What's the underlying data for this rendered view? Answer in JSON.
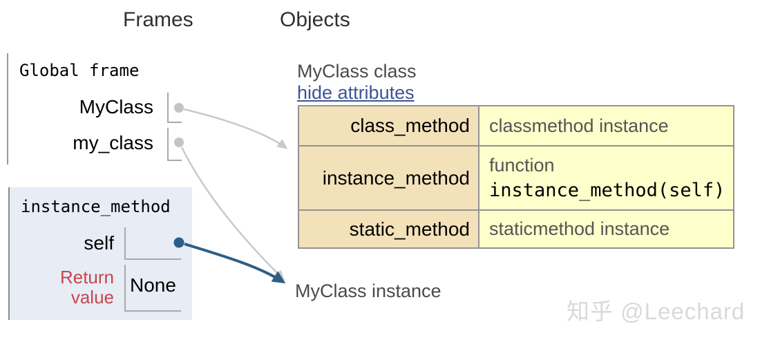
{
  "headers": {
    "frames": "Frames",
    "objects": "Objects"
  },
  "global_frame": {
    "title": "Global frame",
    "variables": [
      {
        "name": "MyClass"
      },
      {
        "name": "my_class"
      }
    ]
  },
  "function_frame": {
    "title": "instance_method",
    "variables": [
      {
        "name": "self"
      }
    ],
    "return_label_lines": [
      "Return",
      "value"
    ],
    "return_value": "None"
  },
  "class_object": {
    "title": "MyClass class",
    "toggle_link": "hide attributes",
    "attributes": [
      {
        "name": "class_method",
        "value_label": "classmethod instance",
        "value_code": ""
      },
      {
        "name": "instance_method",
        "value_label": "function",
        "value_code": "instance_method(self)"
      },
      {
        "name": "static_method",
        "value_label": "staticmethod instance",
        "value_code": ""
      }
    ]
  },
  "instance_object": {
    "label": "MyClass instance"
  },
  "watermark": "知乎 @Leechard",
  "icons": {
    "pointer_dot": "origin-dot",
    "pointer_arrow": "curved-arrow"
  },
  "colors": {
    "frame_highlight_bg": "#e7ecf5",
    "frame_border_gray": "#8a8a8a",
    "attr_name_bg": "#f3e1ba",
    "attr_value_bg": "#ffffcc",
    "table_border": "#929292",
    "link_blue": "#3d5396",
    "return_label_red": "#c5464d",
    "pointer_gray": "#c9c9c9",
    "pointer_blue": "#2d5e85",
    "muted_text": "#555555",
    "watermark_gray": "#d9d9d9"
  }
}
